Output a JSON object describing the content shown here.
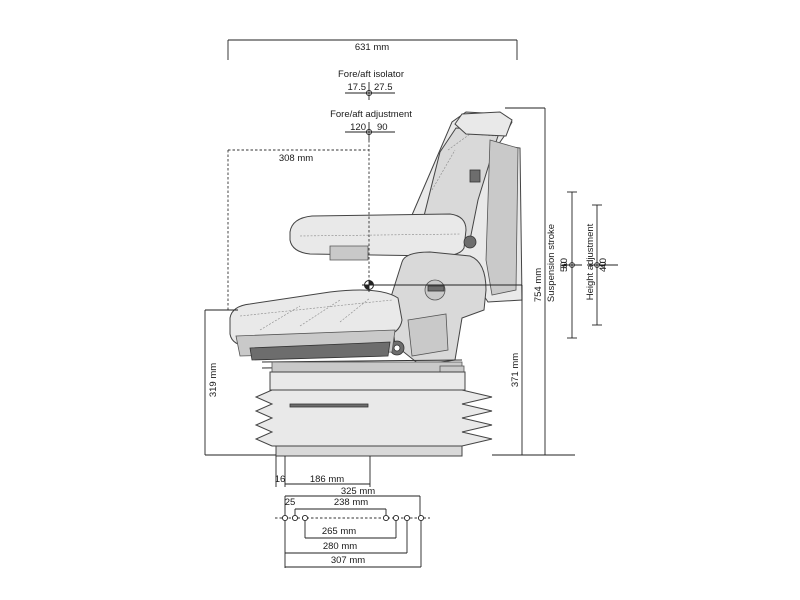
{
  "labels": {
    "overall_width": "631 mm",
    "fore_aft_isolator_title": "Fore/aft isolator",
    "fore_aft_isolator_left": "17.5",
    "fore_aft_isolator_right": "27.5",
    "fore_aft_adjustment_title": "Fore/aft adjustment",
    "fore_aft_adjustment_left": "120",
    "fore_aft_adjustment_right": "90",
    "seat_ref_width": "308 mm",
    "seat_height": "319 mm",
    "base_height": "371 mm",
    "overall_height": "754 mm",
    "suspension_stroke_title": "Suspension stroke",
    "suspension_stroke_up": "50",
    "suspension_stroke_down": "50",
    "height_adjustment_title": "Height adjustment",
    "height_adjustment_up": "40",
    "height_adjustment_down": "40",
    "offset_16": "16",
    "offset_186": "186 mm",
    "hole_325": "325 mm",
    "hole_25": "25",
    "hole_238": "238 mm",
    "hole_265": "265 mm",
    "hole_280": "280 mm",
    "hole_307": "307 mm"
  }
}
